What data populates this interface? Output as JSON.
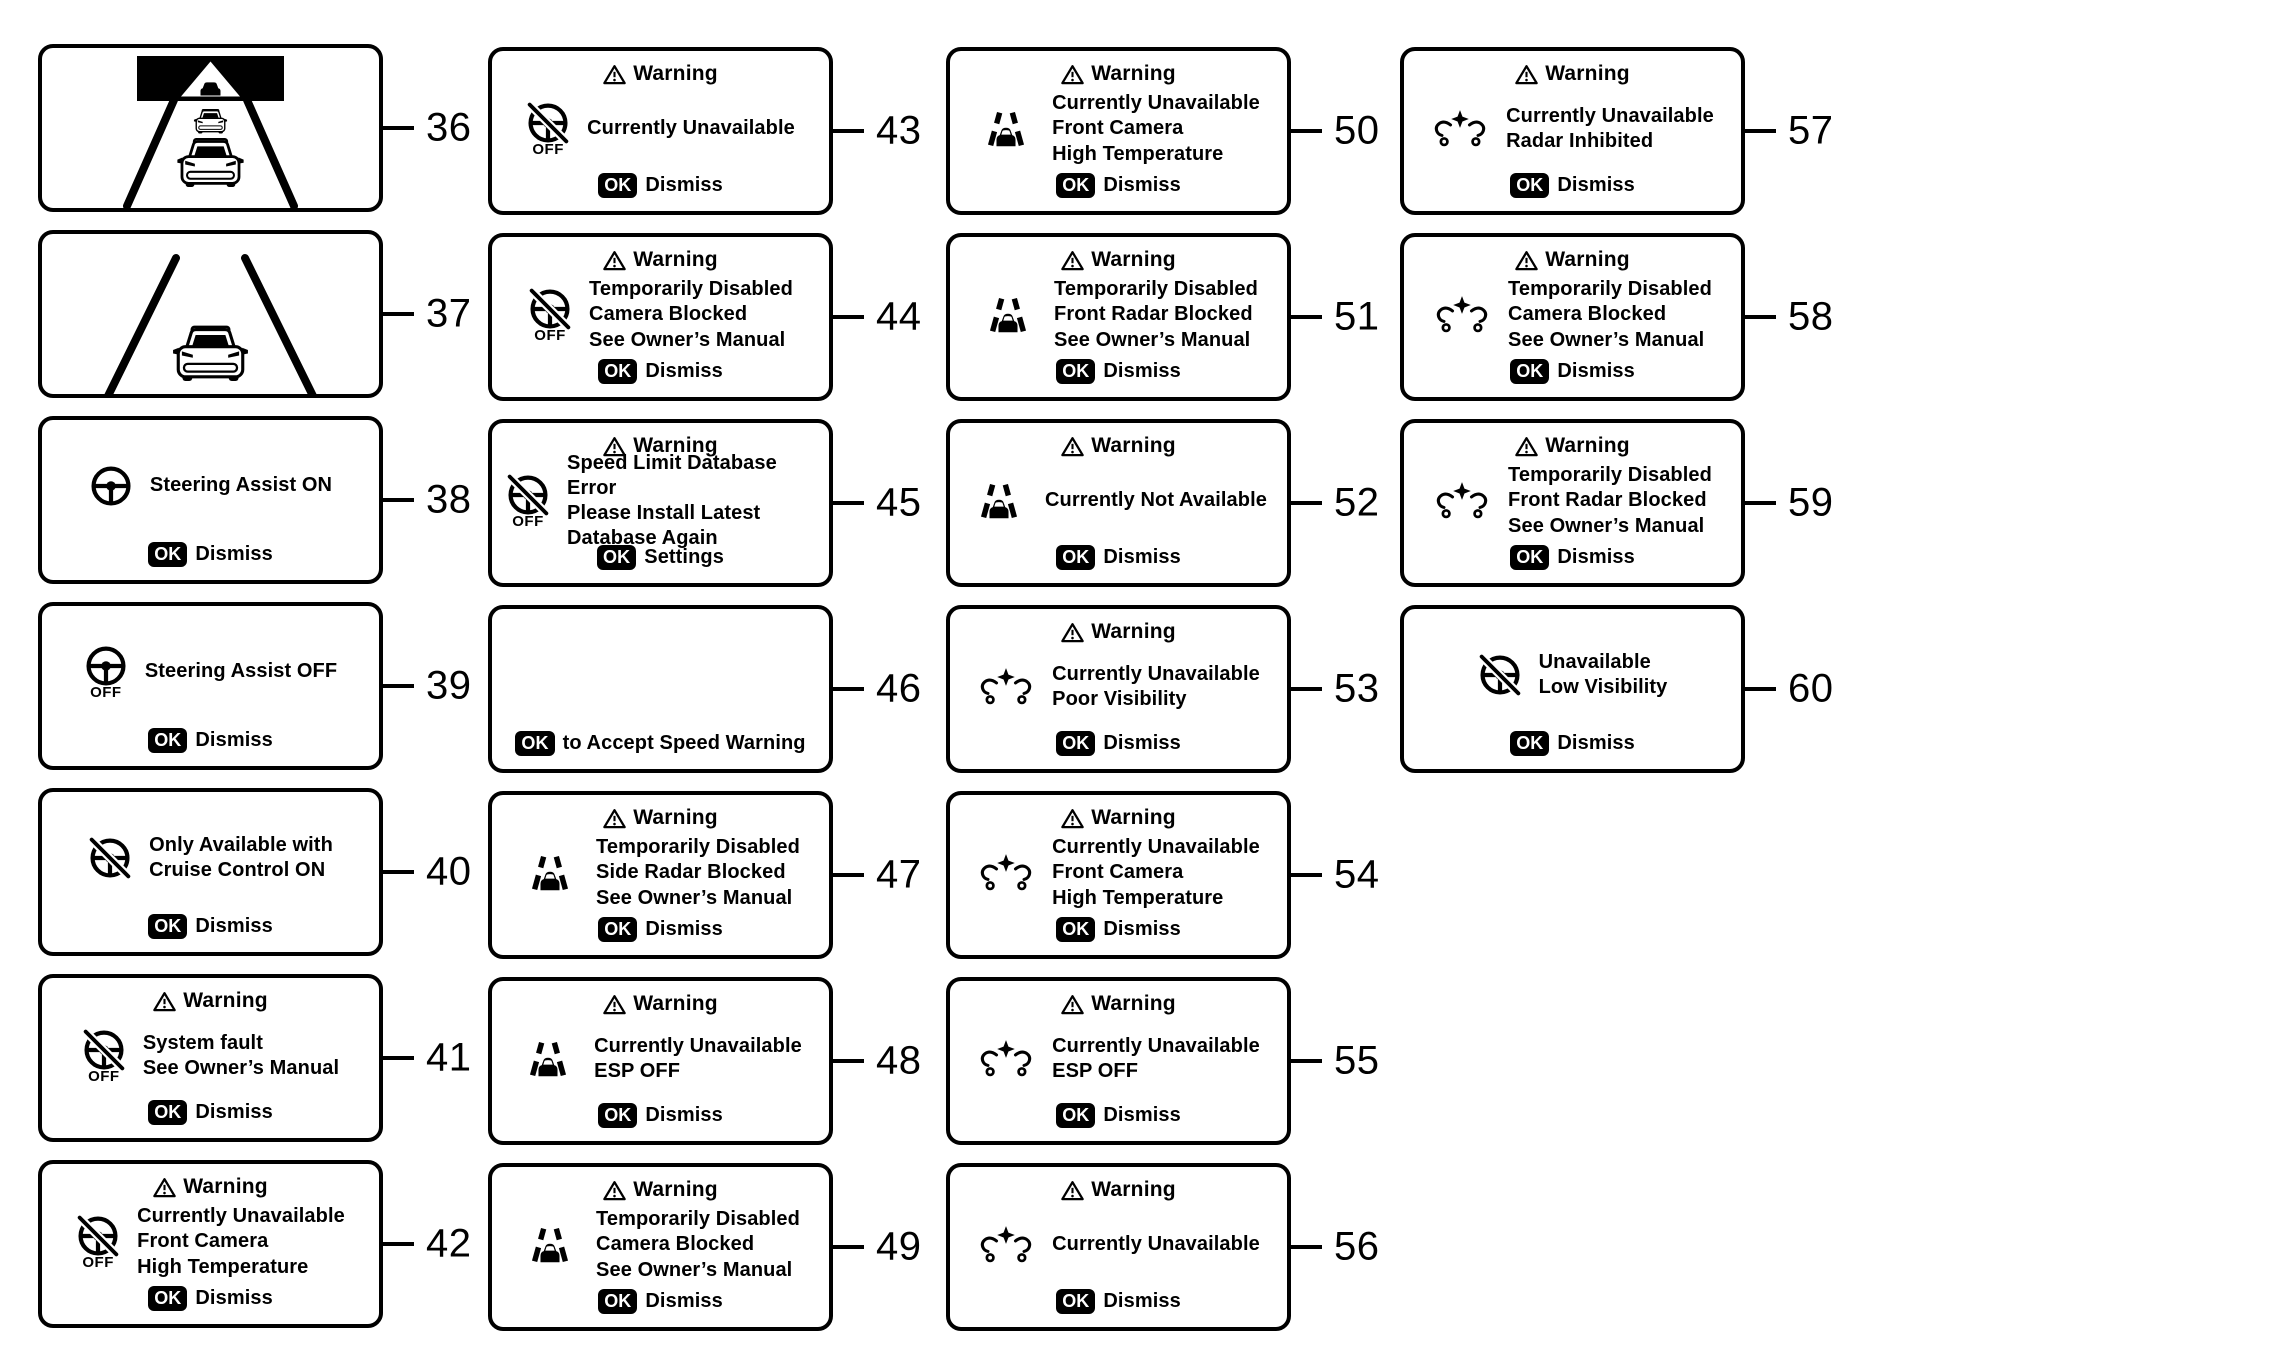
{
  "figure": {
    "background": "#ffffff",
    "ink": "#000000",
    "ok_label": "OK",
    "warning_label": "Warning",
    "columns": [
      {
        "cards": [
          {
            "number": "36",
            "type": "scene",
            "scene": "road-two-cars-warning-banner"
          },
          {
            "number": "37",
            "type": "scene",
            "scene": "road-single-car"
          },
          {
            "number": "38",
            "type": "message",
            "icon": "steering-wheel",
            "lines": [
              "Steering Assist ON"
            ],
            "ok": true,
            "action": "Dismiss"
          },
          {
            "number": "39",
            "type": "message",
            "icon": "steering-wheel",
            "icon_caption": "OFF",
            "lines": [
              "Steering Assist OFF"
            ],
            "ok": true,
            "action": "Dismiss"
          },
          {
            "number": "40",
            "type": "message",
            "icon": "steering-wheel-slash",
            "lines": [
              "Only Available with",
              "Cruise Control ON"
            ],
            "ok": true,
            "action": "Dismiss"
          },
          {
            "number": "41",
            "type": "message",
            "header": "Warning",
            "icon": "steering-wheel-slash",
            "icon_caption": "OFF",
            "lines": [
              "System fault",
              "See Owner’s Manual"
            ],
            "ok": true,
            "action": "Dismiss"
          },
          {
            "number": "42",
            "type": "message",
            "header": "Warning",
            "icon": "steering-wheel-slash",
            "icon_caption": "OFF",
            "lines": [
              "Currently Unavailable",
              "Front Camera",
              "High Temperature"
            ],
            "ok": true,
            "action": "Dismiss"
          }
        ]
      },
      {
        "cards": [
          {
            "number": "43",
            "type": "message",
            "header": "Warning",
            "icon": "steering-wheel-slash",
            "icon_caption": "OFF",
            "lines": [
              "Currently Unavailable"
            ],
            "ok": true,
            "action": "Dismiss"
          },
          {
            "number": "44",
            "type": "message",
            "header": "Warning",
            "icon": "steering-wheel-slash",
            "icon_caption": "OFF",
            "lines": [
              "Temporarily Disabled",
              "Camera Blocked",
              "See Owner’s Manual"
            ],
            "ok": true,
            "action": "Dismiss"
          },
          {
            "number": "45",
            "type": "message",
            "header": "Warning",
            "icon": "steering-wheel-slash",
            "icon_caption": "OFF",
            "lines": [
              "Speed Limit Database Error",
              "Please Install Latest",
              "Database Again"
            ],
            "ok": true,
            "action": "Settings"
          },
          {
            "number": "46",
            "type": "message",
            "lines": [],
            "ok": true,
            "action": "to Accept Speed Warning"
          },
          {
            "number": "47",
            "type": "message",
            "header": "Warning",
            "icon": "lane-assist",
            "lines": [
              "Temporarily Disabled",
              "Side Radar Blocked",
              "See Owner’s Manual"
            ],
            "ok": true,
            "action": "Dismiss"
          },
          {
            "number": "48",
            "type": "message",
            "header": "Warning",
            "icon": "lane-assist",
            "lines": [
              "Currently Unavailable",
              "ESP OFF"
            ],
            "ok": true,
            "action": "Dismiss"
          },
          {
            "number": "49",
            "type": "message",
            "header": "Warning",
            "icon": "lane-assist",
            "lines": [
              "Temporarily Disabled",
              "Camera Blocked",
              "See Owner’s Manual"
            ],
            "ok": true,
            "action": "Dismiss"
          }
        ]
      },
      {
        "cards": [
          {
            "number": "50",
            "type": "message",
            "header": "Warning",
            "icon": "lane-assist",
            "lines": [
              "Currently Unavailable",
              "Front Camera",
              "High Temperature"
            ],
            "ok": true,
            "action": "Dismiss"
          },
          {
            "number": "51",
            "type": "message",
            "header": "Warning",
            "icon": "lane-assist",
            "lines": [
              "Temporarily Disabled",
              "Front Radar Blocked",
              "See Owner’s Manual"
            ],
            "ok": true,
            "action": "Dismiss"
          },
          {
            "number": "52",
            "type": "message",
            "header": "Warning",
            "icon": "lane-assist",
            "lines": [
              "Currently Not Available"
            ],
            "ok": true,
            "action": "Dismiss"
          },
          {
            "number": "53",
            "type": "message",
            "header": "Warning",
            "icon": "collision-warning",
            "lines": [
              "Currently Unavailable",
              "Poor Visibility"
            ],
            "ok": true,
            "action": "Dismiss"
          },
          {
            "number": "54",
            "type": "message",
            "header": "Warning",
            "icon": "collision-warning",
            "lines": [
              "Currently Unavailable",
              "Front Camera",
              "High Temperature"
            ],
            "ok": true,
            "action": "Dismiss"
          },
          {
            "number": "55",
            "type": "message",
            "header": "Warning",
            "icon": "collision-warning",
            "lines": [
              "Currently Unavailable",
              "ESP OFF"
            ],
            "ok": true,
            "action": "Dismiss"
          },
          {
            "number": "56",
            "type": "message",
            "header": "Warning",
            "icon": "collision-warning",
            "lines": [
              "Currently Unavailable"
            ],
            "ok": true,
            "action": "Dismiss"
          }
        ]
      },
      {
        "cards": [
          {
            "number": "57",
            "type": "message",
            "header": "Warning",
            "icon": "collision-warning",
            "lines": [
              "Currently Unavailable",
              "Radar Inhibited"
            ],
            "ok": true,
            "action": "Dismiss"
          },
          {
            "number": "58",
            "type": "message",
            "header": "Warning",
            "icon": "collision-warning",
            "lines": [
              "Temporarily Disabled",
              "Camera Blocked",
              "See Owner’s Manual"
            ],
            "ok": true,
            "action": "Dismiss"
          },
          {
            "number": "59",
            "type": "message",
            "header": "Warning",
            "icon": "collision-warning",
            "lines": [
              "Temporarily Disabled",
              "Front Radar Blocked",
              "See Owner’s Manual"
            ],
            "ok": true,
            "action": "Dismiss"
          },
          {
            "number": "60",
            "type": "message",
            "icon": "steering-wheel-slash",
            "lines": [
              "Unavailable",
              "Low Visibility"
            ],
            "ok": true,
            "action": "Dismiss"
          }
        ]
      }
    ]
  }
}
